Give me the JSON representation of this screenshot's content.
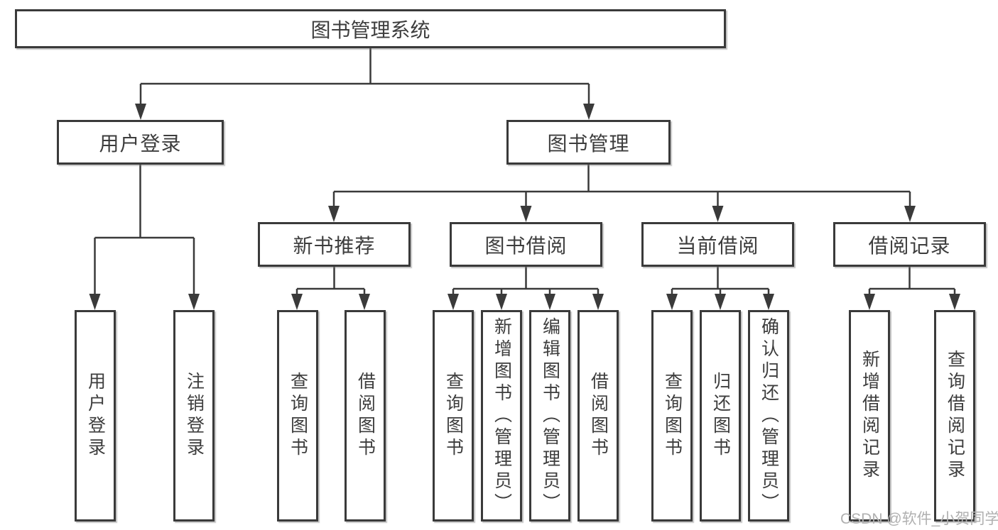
{
  "diagram": {
    "root_label": "图书管理系统",
    "user_branch": {
      "label": "用户登录",
      "children": [
        "用户登录",
        "注销登录"
      ]
    },
    "book_branch": {
      "label": "图书管理",
      "groups": [
        {
          "label": "新书推荐",
          "children": [
            "查询图书",
            "借阅图书"
          ]
        },
        {
          "label": "图书借阅",
          "children": [
            "查询图书",
            "新增图书（管理员）",
            "编辑图书（管理员）",
            "借阅图书"
          ]
        },
        {
          "label": "当前借阅",
          "children": [
            "查询图书",
            "归还图书",
            "确认归还（管理员）"
          ]
        },
        {
          "label": "借阅记录",
          "children": [
            "新增借阅记录",
            "查询借阅记录"
          ]
        }
      ]
    },
    "watermark": "CSDN @软件_小贺同学"
  },
  "colors": {
    "line": "#3a3a3a",
    "text": "#3d3d3d",
    "background": "#ffffff",
    "watermark": "#b0b0b0"
  }
}
